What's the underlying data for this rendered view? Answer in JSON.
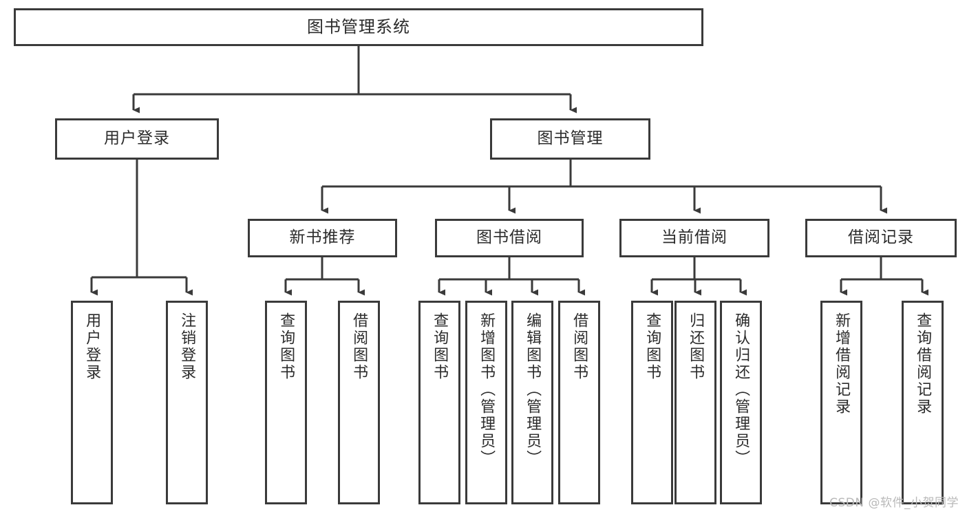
{
  "diagram": {
    "type": "tree",
    "title": "图书管理系统",
    "background_color": "#ffffff",
    "line_color": "#3a3a3a",
    "text_color": "#2b2b2b",
    "root": {
      "label": "图书管理系统"
    },
    "level1": [
      {
        "label": "用户登录"
      },
      {
        "label": "图书管理"
      }
    ],
    "level2": [
      {
        "label": "新书推荐"
      },
      {
        "label": "图书借阅"
      },
      {
        "label": "当前借阅"
      },
      {
        "label": "借阅记录"
      }
    ],
    "leaves": {
      "user_login": [
        {
          "label": "用户登录"
        },
        {
          "label": "注销登录"
        }
      ],
      "new_book_recommend": [
        {
          "label": "查询图书"
        },
        {
          "label": "借阅图书"
        }
      ],
      "book_borrow": [
        {
          "label": "查询图书"
        },
        {
          "label": "新增图书（管理员）"
        },
        {
          "label": "编辑图书（管理员）"
        },
        {
          "label": "借阅图书"
        }
      ],
      "current_borrow": [
        {
          "label": "查询图书"
        },
        {
          "label": "归还图书"
        },
        {
          "label": "确认归还（管理员）"
        }
      ],
      "borrow_record": [
        {
          "label": "新增借阅记录"
        },
        {
          "label": "查询借阅记录"
        }
      ]
    }
  },
  "watermark": {
    "text": "CSDN @软件_小贺同学",
    "color": "#b9b9b9"
  }
}
